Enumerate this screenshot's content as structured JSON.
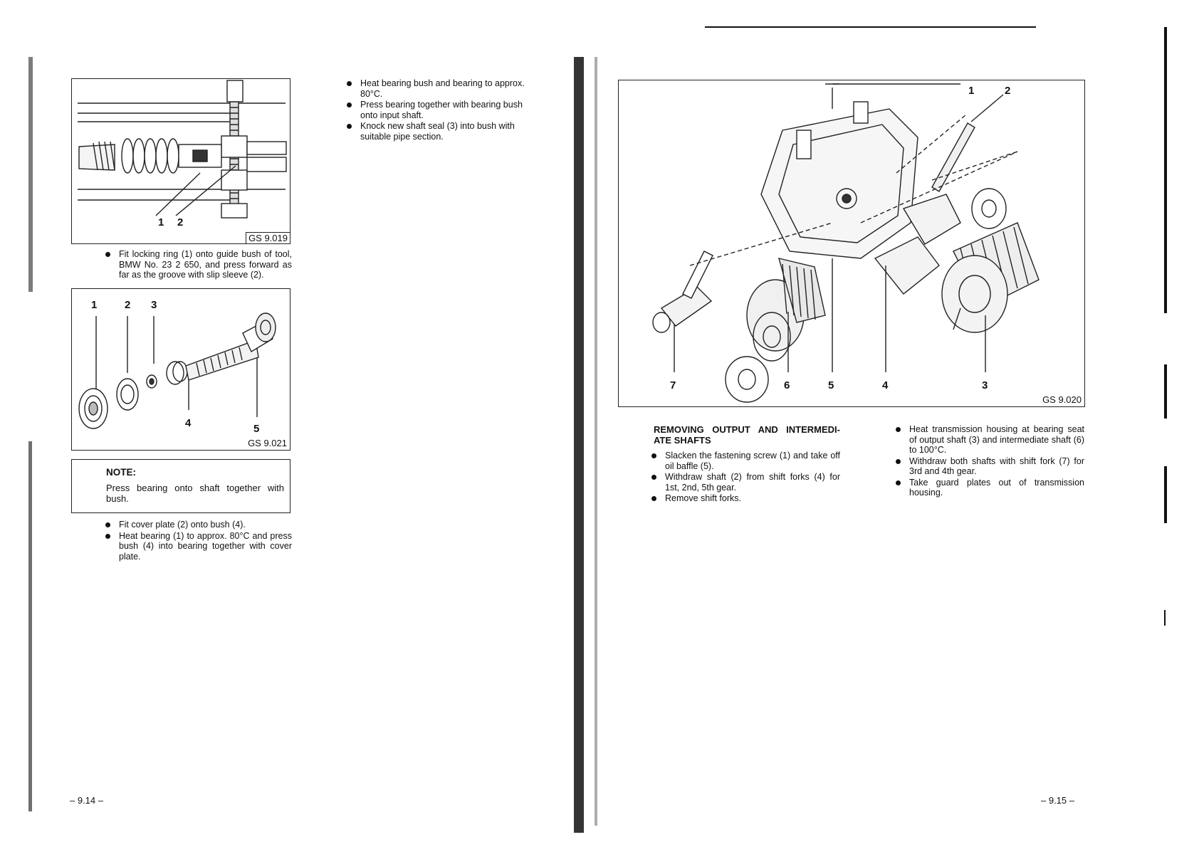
{
  "left_page": {
    "fig1": {
      "id": "GS 9.019",
      "callouts": [
        "1",
        "2"
      ]
    },
    "fig1_bullets": [
      "Fit locking ring (1) onto guide bush of tool, BMW No. 23 2 650, and press forward as far as the groove with slip sleeve (2)."
    ],
    "fig2": {
      "id": "GS 9.021",
      "callouts": [
        "1",
        "2",
        "3",
        "4",
        "5"
      ]
    },
    "note": {
      "title": "NOTE:",
      "body": "Press bearing onto shaft together with bush."
    },
    "bottom_bullets": [
      "Fit cover plate (2) onto bush (4).",
      "Heat bearing (1) to approx. 80°C and press bush (4) into bearing together with cover plate."
    ],
    "col2_bullets": [
      "Heat bearing bush and bearing to approx. 80°C.",
      "Press bearing together with bearing bush onto input shaft.",
      "Knock new shaft seal (3) into bush with suitable pipe section."
    ],
    "page_number": "– 9.14 –"
  },
  "right_page": {
    "fig3": {
      "id": "GS 9.020",
      "callouts": [
        "1",
        "2",
        "7",
        "6",
        "5",
        "4",
        "3"
      ]
    },
    "heading": "REMOVING OUTPUT AND INTERMEDI-ATE SHAFTS",
    "col1_bullets": [
      "Slacken the fastening screw (1) and take off oil baffle (5).",
      "Withdraw shaft (2) from shift forks (4) for 1st, 2nd, 5th gear.",
      "Remove shift forks."
    ],
    "col2_bullets": [
      "Heat transmission housing at bearing seat of output shaft (3) and intermediate shaft (6) to 100°C.",
      "Withdraw both shafts with shift fork (7) for 3rd and 4th gear.",
      "Take guard plates out of transmission housing."
    ],
    "page_number": "– 9.15 –"
  }
}
